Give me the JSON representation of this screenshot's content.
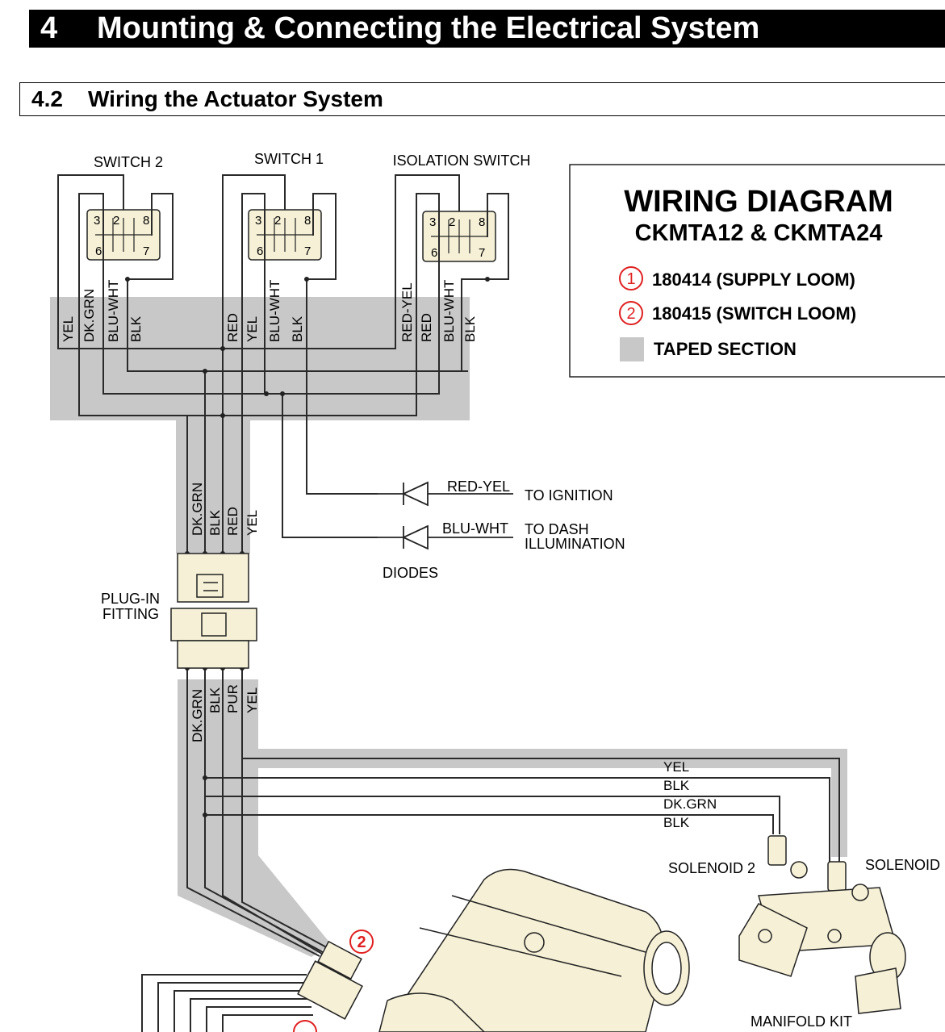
{
  "chapter": {
    "number": "4",
    "title": "Mounting & Connecting the Electrical System"
  },
  "section": {
    "number": "4.2",
    "title": "Wiring the Actuator System"
  },
  "switches": [
    {
      "label": "SWITCH 2",
      "pins": [
        "3",
        "2",
        "8",
        "6",
        "7"
      ]
    },
    {
      "label": "SWITCH 1",
      "pins": [
        "3",
        "2",
        "8",
        "6",
        "7"
      ]
    },
    {
      "label": "ISOLATION SWITCH",
      "pins": [
        "3",
        "2",
        "8",
        "6",
        "7"
      ]
    }
  ],
  "switch_wires": {
    "switch2": [
      "YEL",
      "DK.GRN",
      "BLU-WHT",
      "BLK"
    ],
    "switch1": [
      "RED",
      "YEL",
      "BLU-WHT",
      "BLK"
    ],
    "isolation": [
      "RED-YEL",
      "RED",
      "BLU-WHT",
      "BLK"
    ]
  },
  "legend": {
    "title": "WIRING DIAGRAM",
    "subtitle": "CKMTA12 & CKMTA24",
    "items": [
      {
        "marker": "1",
        "text": "180414 (SUPPLY LOOM)"
      },
      {
        "marker": "2",
        "text": "180415 (SWITCH LOOM)"
      },
      {
        "marker": "",
        "text": "TAPED SECTION"
      }
    ]
  },
  "diodes": {
    "label": "DIODES",
    "items": [
      {
        "wire": "RED-YEL",
        "destination": "TO IGNITION"
      },
      {
        "wire": "BLU-WHT",
        "destination_line1": "TO DASH",
        "destination_line2": "ILLUMINATION"
      }
    ]
  },
  "plug": {
    "label_line1": "PLUG-IN",
    "label_line2": "FITTING"
  },
  "upper_bundle_wires": [
    "DK.GRN",
    "BLK",
    "RED",
    "YEL"
  ],
  "lower_bundle_wires": [
    "DK.GRN",
    "BLK",
    "PUR",
    "YEL"
  ],
  "run_wires": [
    "YEL",
    "BLK",
    "DK.GRN",
    "BLK"
  ],
  "solenoid2": "SOLENOID 2",
  "solenoid1": "SOLENOID",
  "manifold": "MANIFOLD KIT",
  "loom_marker": "2",
  "colors": {
    "taped": "#c8c8c8",
    "component": "#f5f0d6",
    "marker": "#e02020"
  }
}
